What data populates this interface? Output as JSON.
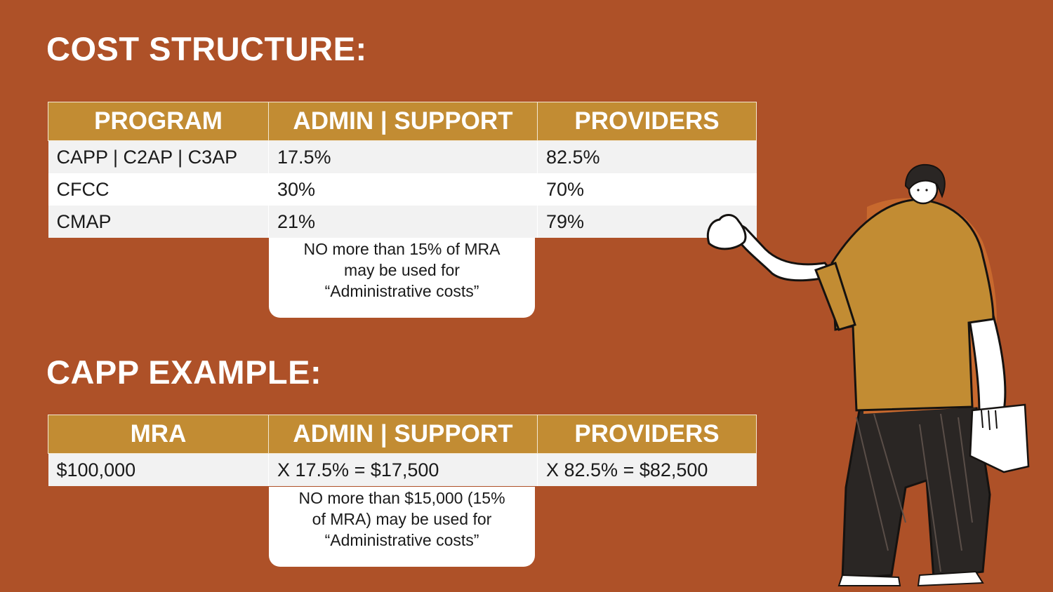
{
  "cost_structure": {
    "heading": "COST STRUCTURE:",
    "headers": [
      "PROGRAM",
      "ADMIN | SUPPORT",
      "PROVIDERS"
    ],
    "rows": [
      [
        "CAPP | C2AP | C3AP",
        "17.5%",
        "82.5%"
      ],
      [
        "CFCC",
        "30%",
        "70%"
      ],
      [
        "CMAP",
        "21%",
        "79%"
      ]
    ],
    "note_lines": [
      "NO more than 15% of MRA",
      "may be used for",
      "“Administrative costs”"
    ]
  },
  "capp_example": {
    "heading": "CAPP EXAMPLE:",
    "headers": [
      "MRA",
      "ADMIN | SUPPORT",
      "PROVIDERS"
    ],
    "rows": [
      [
        "$100,000",
        "X 17.5% = $17,500",
        "X 82.5% = $82,500"
      ]
    ],
    "note_lines": [
      "NO more than $15,000 (15%",
      "of MRA) may be used for",
      "“Administrative costs”"
    ]
  },
  "illustration": {
    "icon": "presenter-person-illustration"
  },
  "colors": {
    "background": "#AE5128",
    "header_fill": "#C28C33",
    "row_light": "#F2F2F2",
    "row_white": "#FFFFFF",
    "shirt": "#C28C33",
    "pants": "#2A2624"
  }
}
